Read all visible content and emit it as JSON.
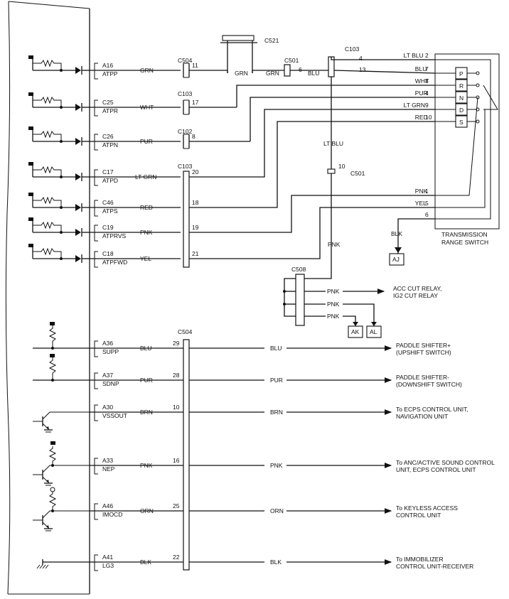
{
  "connectors": {
    "c521": "C521",
    "c504_top": "C504",
    "c501_top": "C501",
    "c103_right": "C103",
    "c103_a": "C103",
    "c102": "C102",
    "c103_b": "C103",
    "c501_mid": "C501",
    "c508": "C508",
    "c504_bottom": "C504"
  },
  "pins_left": [
    {
      "id": "A16",
      "name": "ATPP"
    },
    {
      "id": "C25",
      "name": "ATPR"
    },
    {
      "id": "C26",
      "name": "ATPN"
    },
    {
      "id": "C17",
      "name": "ATPD"
    },
    {
      "id": "C46",
      "name": "ATPS"
    },
    {
      "id": "C19",
      "name": "ATPRVS"
    },
    {
      "id": "C18",
      "name": "ATPFWD"
    },
    {
      "id": "A36",
      "name": "SUPP"
    },
    {
      "id": "A37",
      "name": "SDNP"
    },
    {
      "id": "A30",
      "name": "VSSOUT"
    },
    {
      "id": "A33",
      "name": "NEP"
    },
    {
      "id": "A46",
      "name": "IMOCD"
    },
    {
      "id": "A41",
      "name": "LG3"
    }
  ],
  "top_wires": [
    {
      "color": "GRN",
      "pin": "11"
    },
    {
      "color": "WHT",
      "pin": "17"
    },
    {
      "color": "PUR",
      "pin": "8"
    },
    {
      "color": "LT GRN",
      "pin": "20"
    },
    {
      "color": "RED",
      "pin": "18"
    },
    {
      "color": "PNK",
      "pin": "19"
    },
    {
      "color": "YEL",
      "pin": "21"
    }
  ],
  "mid_labels": {
    "grn_after_c504": "GRN",
    "grn_to_c501": "GRN",
    "c501_pin": "6",
    "blu_after_c501": "BLU",
    "c103_pin4": "4",
    "c103_pin13": "13",
    "lt_blu_vertical": "LT BLU",
    "c501_pin10": "10",
    "pnk_vertical": "PNK",
    "blk_down": "BLK"
  },
  "switch_wires": [
    {
      "color": "LT BLU",
      "pin": "2"
    },
    {
      "color": "BLU",
      "pin": "7"
    },
    {
      "color": "WHT",
      "pin": "8"
    },
    {
      "color": "PUR",
      "pin": "4"
    },
    {
      "color": "LT GRN",
      "pin": "9"
    },
    {
      "color": "RED",
      "pin": "10"
    },
    {
      "color": "PNK",
      "pin": "1"
    },
    {
      "color": "YEL",
      "pin": "5"
    },
    {
      "color": "",
      "pin": "6"
    }
  ],
  "switch_positions": [
    "P",
    "R",
    "N",
    "D",
    "S"
  ],
  "switch_title": [
    "TRANSMISSION",
    "RANGE SWITCH"
  ],
  "ground_refs": {
    "aj": "AJ",
    "ak": "AK",
    "al": "AL"
  },
  "c508_outputs": {
    "pnk1": "PNK",
    "pnk2": "PNK",
    "pnk3": "PNK",
    "dest1": "ACC CUT RELAY,",
    "dest1b": "IG2 CUT RELAY"
  },
  "bottom_wires": [
    {
      "color": "BLU",
      "pin": "29",
      "dest": [
        "PADDLE SHIFTER+",
        "(UPSHIFT SWITCH)"
      ]
    },
    {
      "color": "PUR",
      "pin": "28",
      "dest": [
        "PADDLE SHIFTER-",
        "(DOWNSHIFT SWITCH)"
      ]
    },
    {
      "color": "BRN",
      "pin": "10",
      "dest": [
        "To ECPS CONTROL UNIT,",
        "NAVIGATION UNIT"
      ]
    },
    {
      "color": "PNK",
      "pin": "16",
      "dest": [
        "To ANC/ACTIVE SOUND CONTROL",
        "UNIT, ECPS CONTROL UNIT"
      ]
    },
    {
      "color": "ORN",
      "pin": "25",
      "dest": [
        "To KEYLESS ACCESS",
        "CONTROL UNIT"
      ]
    },
    {
      "color": "BLK",
      "pin": "22",
      "dest": [
        "To IMMOBILIZER",
        "CONTROL UNIT-RECEIVER"
      ]
    }
  ]
}
